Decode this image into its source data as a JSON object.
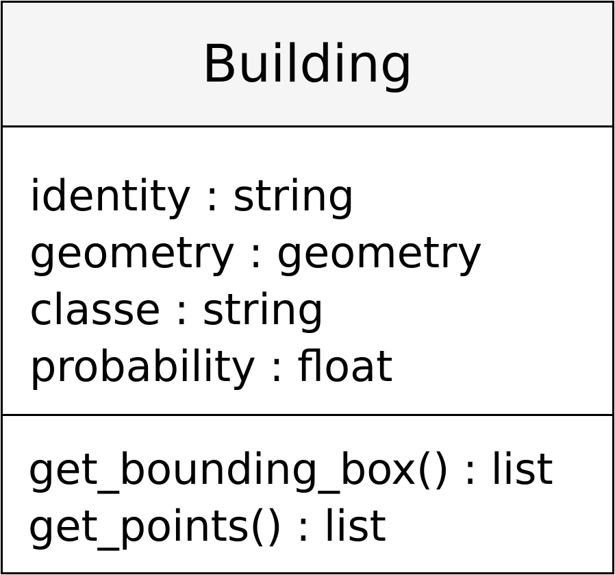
{
  "class": {
    "name": "Building",
    "attributes": [
      "identity : string",
      "geometry : geometry",
      "classe : string",
      "probability : float"
    ],
    "methods": [
      "get_bounding_box() : list",
      "get_points() : list"
    ]
  },
  "colors": {
    "header_background": "#f5f5f5",
    "border": "#000000",
    "body_background": "#ffffff"
  }
}
